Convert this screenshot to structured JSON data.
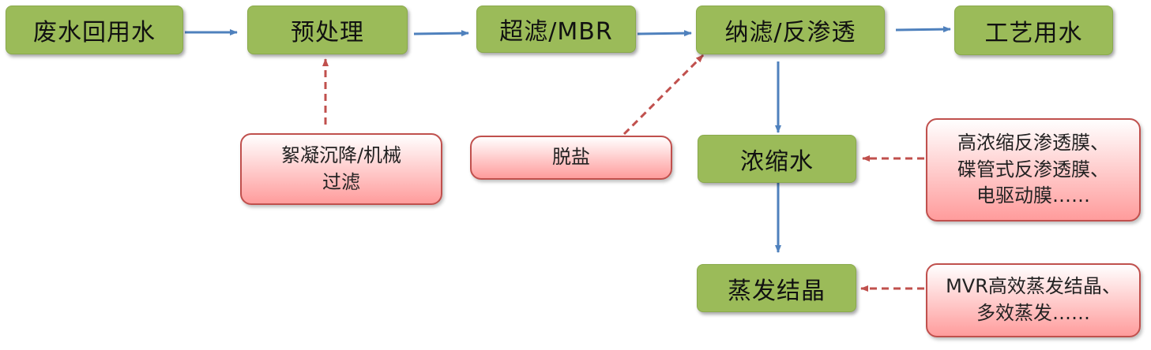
{
  "nodes": {
    "wastewater_reuse": "废水回用水",
    "pretreatment": "预处理",
    "uf_mbr": "超滤/MBR",
    "nf_ro": "纳滤/反渗透",
    "process_water": "工艺用水",
    "concentrate": "浓缩水",
    "evaporation": "蒸发结晶"
  },
  "notes": {
    "coagulation": [
      "絮凝沉降/机械",
      "过滤"
    ],
    "desalination": "脱盐",
    "membranes": [
      "高浓缩反渗透膜、",
      "碟管式反渗透膜、",
      "电驱动膜……"
    ],
    "mvr": [
      "MVR高效蒸发结晶、",
      "多效蒸发……"
    ]
  },
  "colors": {
    "flow_arrow": "#4F81BD",
    "dashed_arrow": "#C0504D",
    "process_box": "#9BBB59",
    "note_border": "#C0504D"
  }
}
